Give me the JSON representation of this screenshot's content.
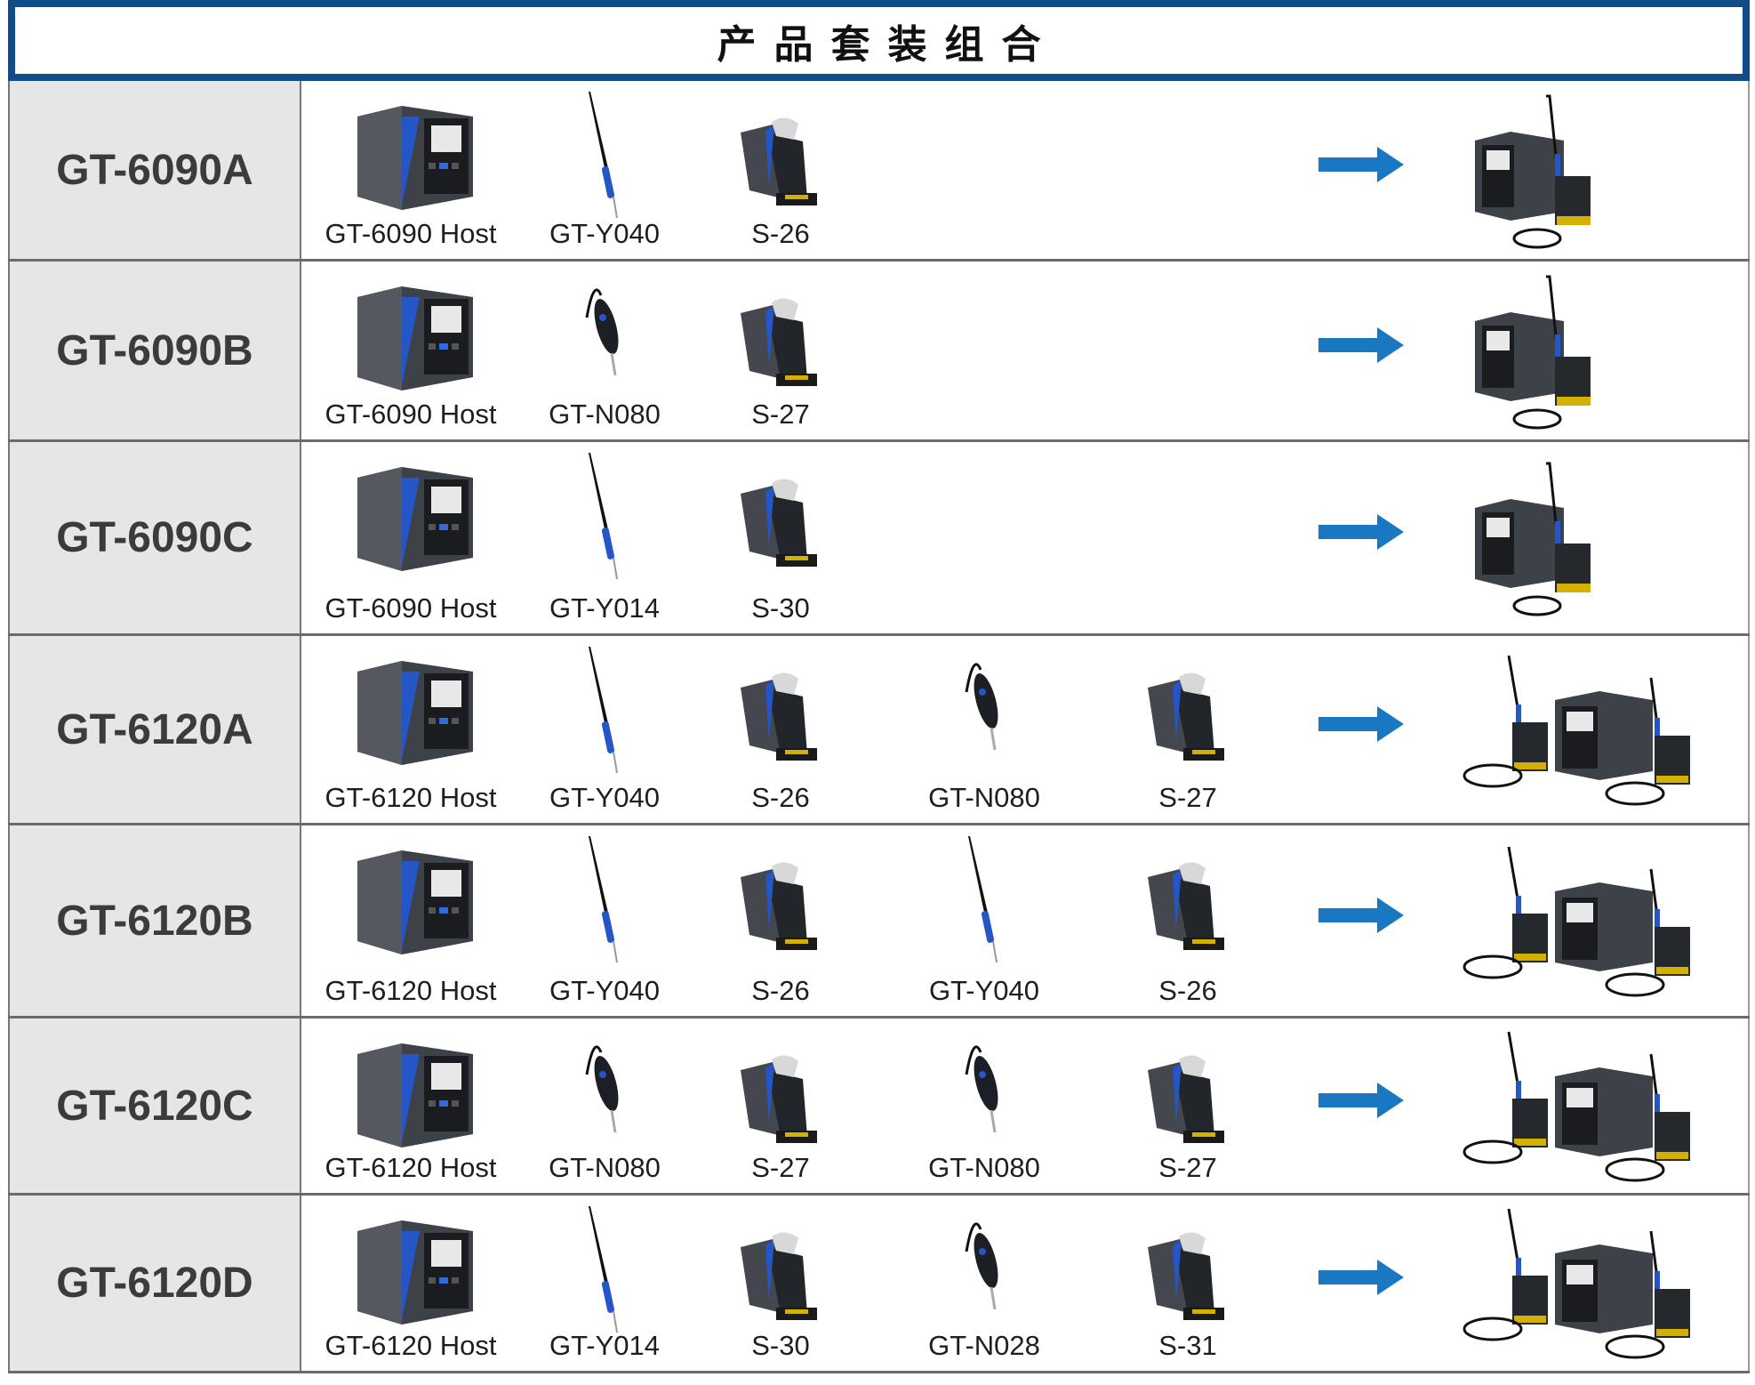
{
  "title": "产品套装组合",
  "colors": {
    "header_blue": "#0f4c8a",
    "arrow_blue": "#1a78c2",
    "model_bg": "#e5e6e8"
  },
  "rows": [
    {
      "model": "GT-6090A",
      "items": [
        {
          "label": "GT-6090 Host",
          "icon": "host"
        },
        {
          "label": "GT-Y040",
          "icon": "iron-pen"
        },
        {
          "label": "S-26",
          "icon": "stand"
        }
      ],
      "combo_icon": "single-station"
    },
    {
      "model": "GT-6090B",
      "items": [
        {
          "label": "GT-6090 Host",
          "icon": "host"
        },
        {
          "label": "GT-N080",
          "icon": "iron-grip"
        },
        {
          "label": "S-27",
          "icon": "stand"
        }
      ],
      "combo_icon": "single-station"
    },
    {
      "model": "GT-6090C",
      "items": [
        {
          "label": "GT-6090 Host",
          "icon": "host"
        },
        {
          "label": "GT-Y014",
          "icon": "iron-pen"
        },
        {
          "label": "S-30",
          "icon": "stand"
        }
      ],
      "combo_icon": "single-station"
    },
    {
      "model": "GT-6120A",
      "items": [
        {
          "label": "GT-6120 Host",
          "icon": "host"
        },
        {
          "label": "GT-Y040",
          "icon": "iron-pen"
        },
        {
          "label": "S-26",
          "icon": "stand"
        },
        {
          "label": "GT-N080",
          "icon": "iron-grip"
        },
        {
          "label": "S-27",
          "icon": "stand"
        }
      ],
      "combo_icon": "dual-station"
    },
    {
      "model": "GT-6120B",
      "items": [
        {
          "label": "GT-6120 Host",
          "icon": "host"
        },
        {
          "label": "GT-Y040",
          "icon": "iron-pen"
        },
        {
          "label": "S-26",
          "icon": "stand"
        },
        {
          "label": "GT-Y040",
          "icon": "iron-pen"
        },
        {
          "label": "S-26",
          "icon": "stand"
        }
      ],
      "combo_icon": "dual-station"
    },
    {
      "model": "GT-6120C",
      "items": [
        {
          "label": "GT-6120 Host",
          "icon": "host"
        },
        {
          "label": "GT-N080",
          "icon": "iron-grip"
        },
        {
          "label": "S-27",
          "icon": "stand"
        },
        {
          "label": "GT-N080",
          "icon": "iron-grip"
        },
        {
          "label": "S-27",
          "icon": "stand"
        }
      ],
      "combo_icon": "dual-station"
    },
    {
      "model": "GT-6120D",
      "items": [
        {
          "label": "GT-6120 Host",
          "icon": "host"
        },
        {
          "label": "GT-Y014",
          "icon": "iron-pen"
        },
        {
          "label": "S-30",
          "icon": "stand"
        },
        {
          "label": "GT-N028",
          "icon": "iron-grip"
        },
        {
          "label": "S-31",
          "icon": "stand"
        }
      ],
      "combo_icon": "dual-station"
    }
  ]
}
